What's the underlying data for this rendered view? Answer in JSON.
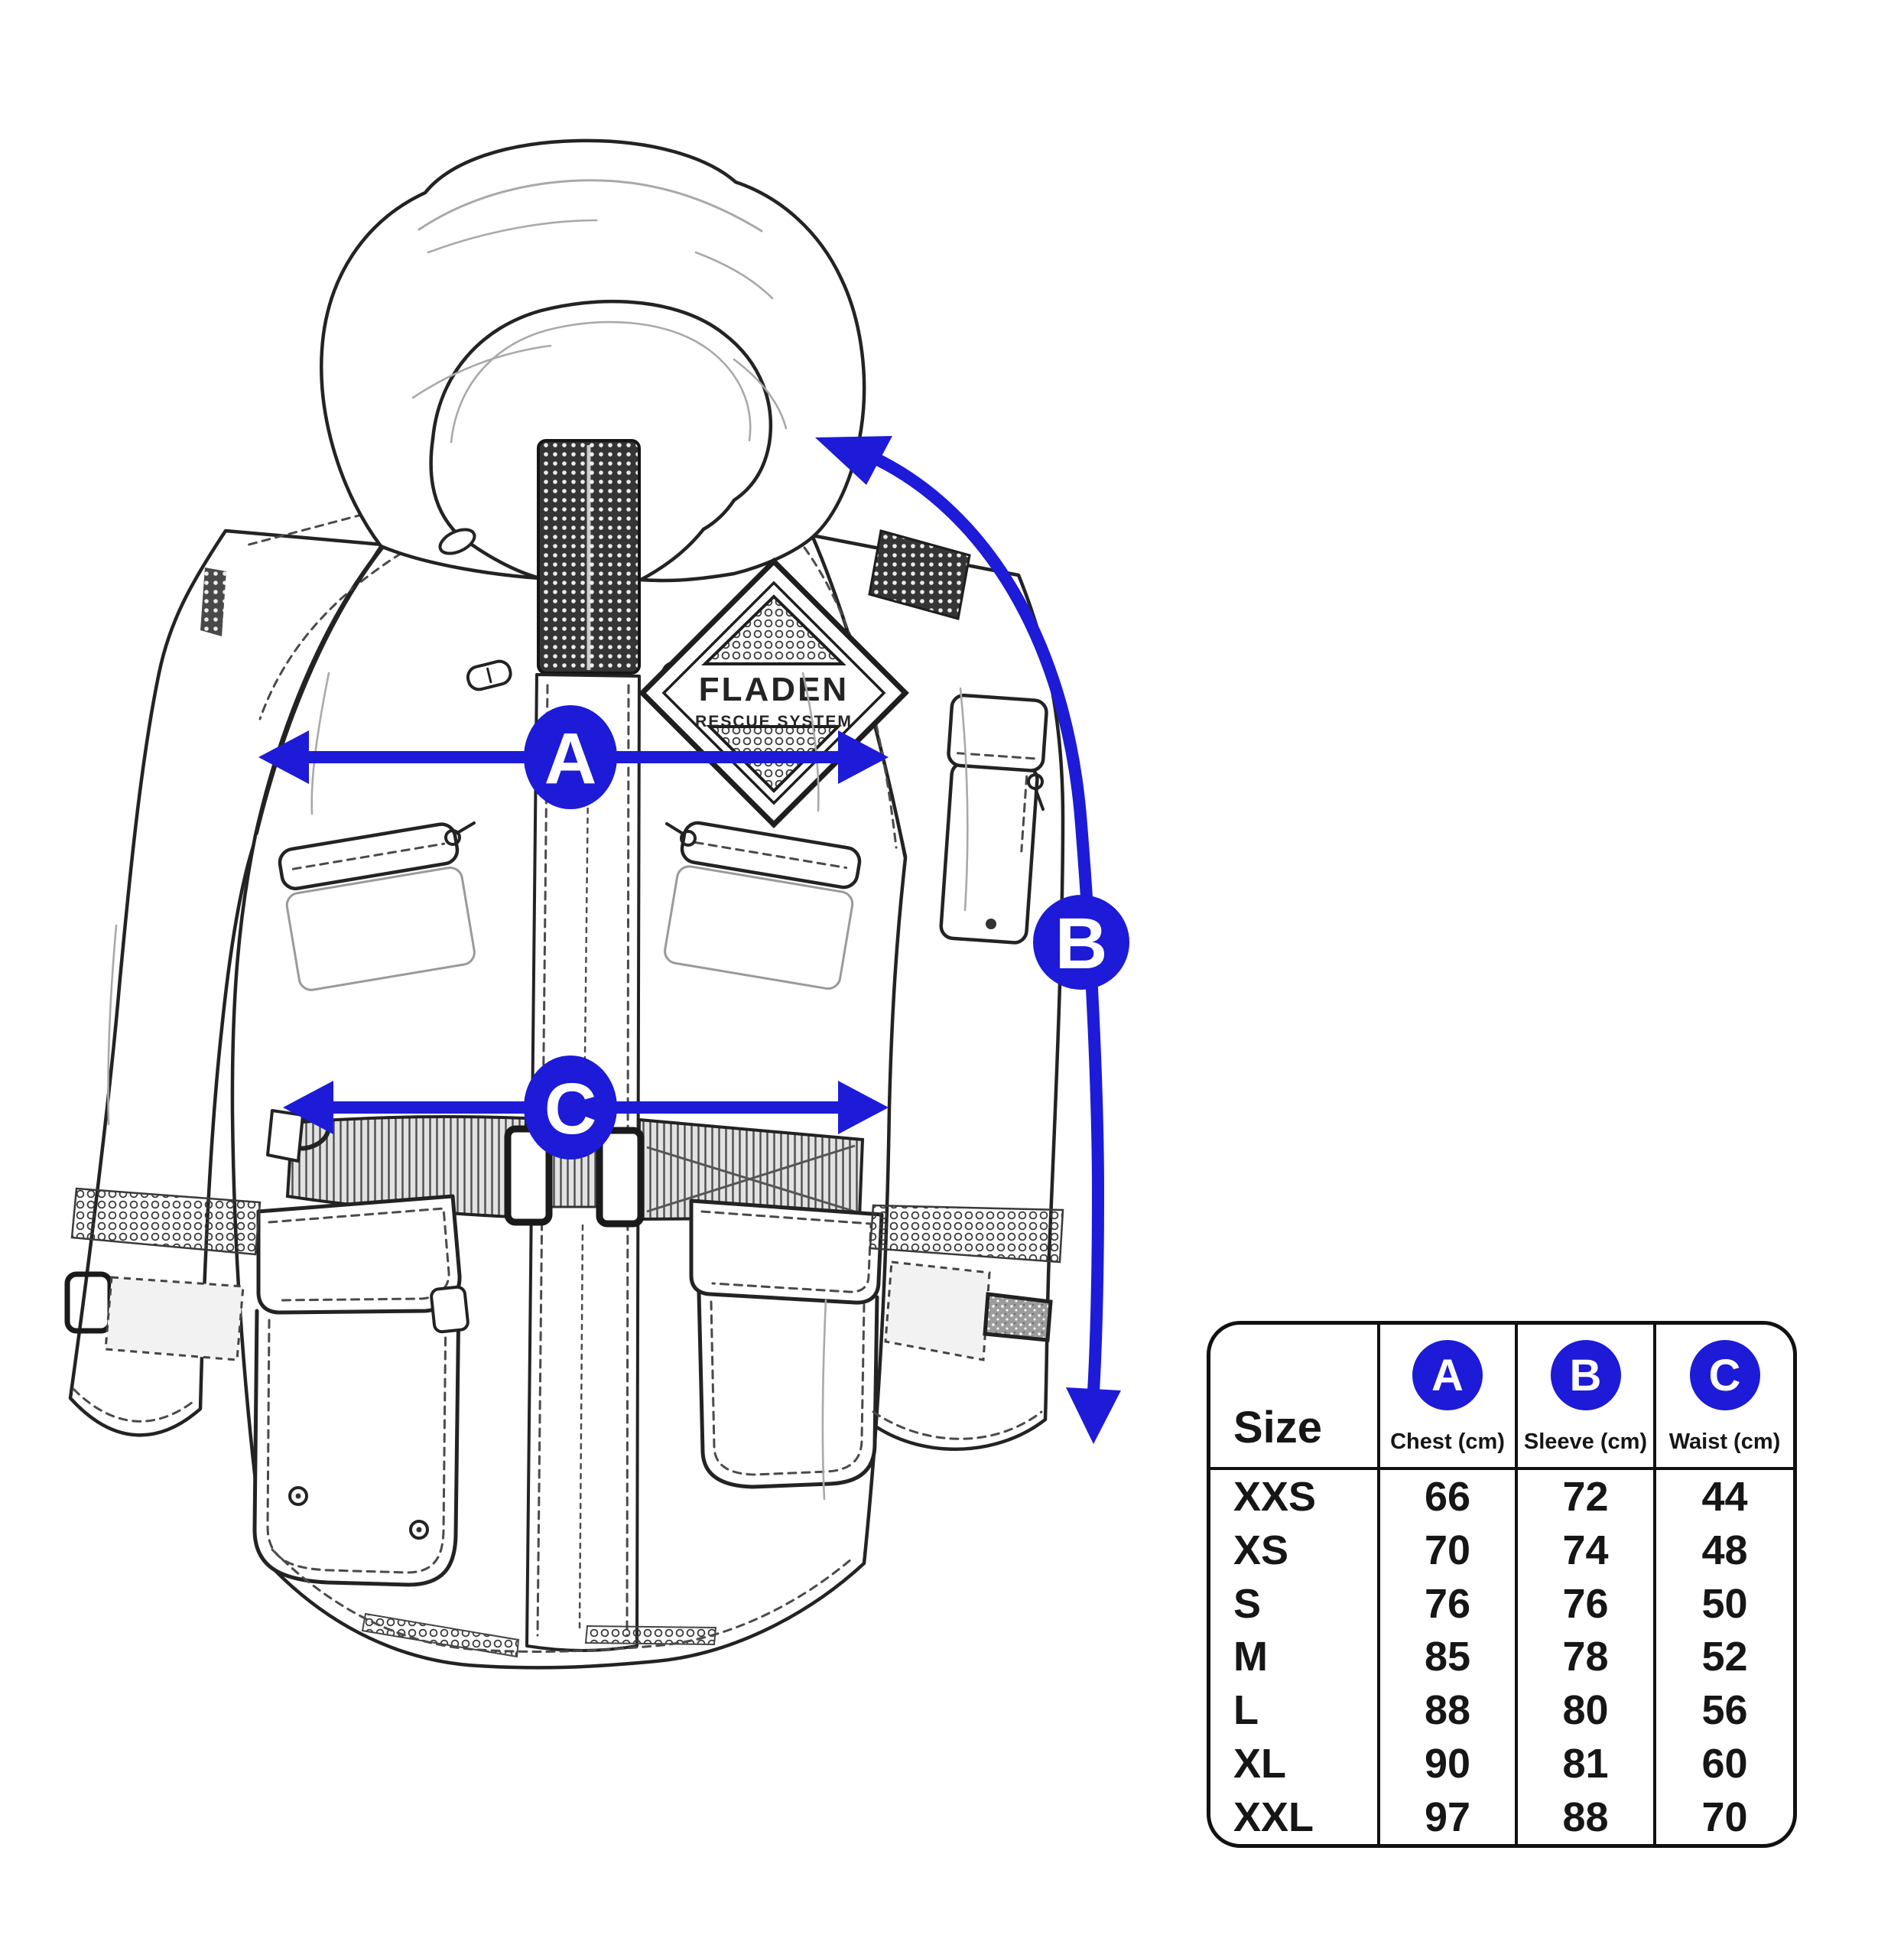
{
  "page": {
    "background": "#ffffff"
  },
  "colors": {
    "accent_blue": "#1d1ad8",
    "sketch_line": "#232323",
    "table_border": "#111111",
    "text": "#161616"
  },
  "jacket": {
    "badge": {
      "line1": "FLADEN",
      "line2": "RESCUE SYSTEM"
    },
    "markers": [
      {
        "id": "A",
        "measure": "Chest"
      },
      {
        "id": "B",
        "measure": "Sleeve"
      },
      {
        "id": "C",
        "measure": "Waist"
      }
    ]
  },
  "size_table": {
    "corner_label": "Size",
    "columns": [
      {
        "badge": "A",
        "label": "Chest (cm)"
      },
      {
        "badge": "B",
        "label": "Sleeve (cm)"
      },
      {
        "badge": "C",
        "label": "Waist (cm)"
      }
    ],
    "rows": [
      {
        "size": "XXS",
        "chest": "66",
        "sleeve": "72",
        "waist": "44"
      },
      {
        "size": "XS",
        "chest": "70",
        "sleeve": "74",
        "waist": "48"
      },
      {
        "size": "S",
        "chest": "76",
        "sleeve": "76",
        "waist": "50"
      },
      {
        "size": "M",
        "chest": "85",
        "sleeve": "78",
        "waist": "52"
      },
      {
        "size": "L",
        "chest": "88",
        "sleeve": "80",
        "waist": "56"
      },
      {
        "size": "XL",
        "chest": "90",
        "sleeve": "81",
        "waist": "60"
      },
      {
        "size": "XXL",
        "chest": "97",
        "sleeve": "88",
        "waist": "70"
      }
    ]
  },
  "chart_data": {
    "type": "table",
    "columns": [
      "Size",
      "Chest (cm)",
      "Sleeve (cm)",
      "Waist (cm)"
    ],
    "rows": [
      [
        "XXS",
        66,
        72,
        44
      ],
      [
        "XS",
        70,
        74,
        48
      ],
      [
        "S",
        76,
        76,
        50
      ],
      [
        "M",
        85,
        78,
        52
      ],
      [
        "L",
        88,
        80,
        56
      ],
      [
        "XL",
        90,
        81,
        60
      ],
      [
        "XXL",
        97,
        88,
        70
      ]
    ]
  }
}
